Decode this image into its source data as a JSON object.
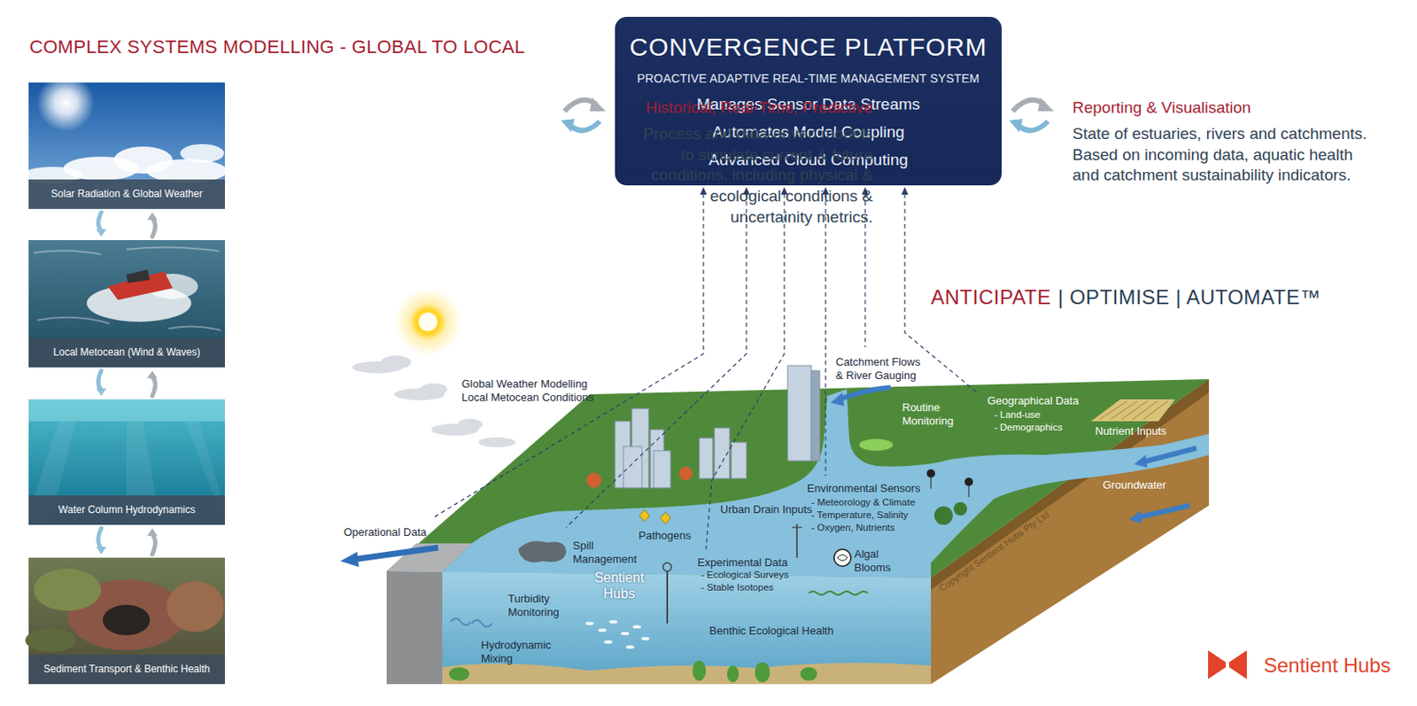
{
  "diagram": {
    "title": "COMPLEX SYSTEMS MODELLING - GLOBAL TO LOCAL",
    "nodes": [
      {
        "text": [
          "Solar Radiation & Global Weather"
        ]
      },
      {
        "text": [
          "Local Metocean (Wind & Waves)"
        ]
      },
      {
        "text": [
          "Water Column Hydrodynamics"
        ]
      },
      {
        "text": [
          "Sediment Transport & Benthic Health"
        ]
      },
      {
        "text": [
          "CONVERGENCE PLATFORM",
          "PROACTIVE ADAPTIVE REAL-TIME MANAGEMENT SYSTEM",
          "Manages Sensor Data Streams",
          "Automates Model Coupling",
          "Advanced Cloud Computing"
        ]
      }
    ],
    "edges": [
      {
        "from": 0,
        "to": 1,
        "arrow": "both"
      },
      {
        "from": 1,
        "to": 2,
        "arrow": "both"
      },
      {
        "from": 2,
        "to": 3,
        "arrow": "both"
      }
    ],
    "labels": [
      "Historical, Real-Time, Predictive",
      "Process and data-driven models to simulate current & future conditions, including physical & ecological conditions & uncertainity metrics.",
      "Reporting & Visualisation",
      "State of estuaries, rivers and catchments. Based on incoming data, aquatic health and catchment sustainability indicators.",
      "ANTICIPATE",
      "| OPTIMISE | AUTOMATE™",
      "Global Weather Modelling Local Metocean Conditions",
      "Catchment Flows & River Gauging",
      "Routine Monitoring",
      "Geographical Data",
      "- Land-use",
      "- Demographics",
      "Nutrient Inputs",
      "Groundwater",
      "Environmental Sensors",
      "- Meteorology & Climate",
      "- Temperature, Salinity",
      "- Oxygen, Nutrients",
      "Urban Drain Inputs",
      "Pathogens",
      "Operational Data",
      "Spill Management",
      "Experimental Data",
      "- Ecological Surveys",
      "- Stable Isotopes",
      "Algal Blooms",
      "Turbidity Monitoring",
      "Hydrodynamic Mixing",
      "Benthic Ecological Health",
      "Sentient Hubs",
      "Copyright Sentient Hubs Pty Ltd",
      "Sentient Hubs"
    ]
  }
}
